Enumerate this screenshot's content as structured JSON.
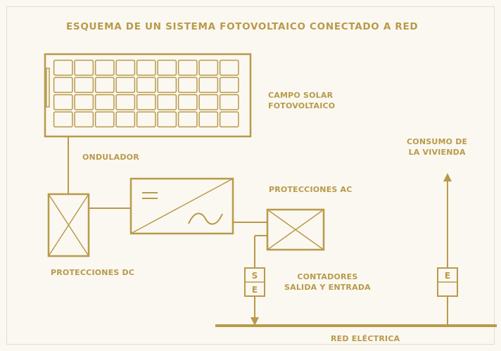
{
  "title": "ESQUEMA DE UN SISTEMA FOTOVOLTAICO CONECTADO A RED",
  "labels": {
    "solar_field_line1": "CAMPO SOLAR",
    "solar_field_line2": "FOTOVOLTAICO",
    "inverter": "ONDULADOR",
    "ac_protections": "PROTECCIONES AC",
    "dc_protections": "PROTECCIONES DC",
    "consumption_line1": "CONSUMO DE",
    "consumption_line2": "LA VIVIENDA",
    "meters_line1": "CONTADORES",
    "meters_line2": "SALIDA Y ENTRADA",
    "grid": "RED ELÉCTRICA"
  },
  "meter_letters": {
    "output": "S",
    "input": "E",
    "consumption": "E"
  },
  "inverter_symbols": {
    "dc": "=",
    "ac": "~"
  },
  "colors": {
    "line": "#b89a4a",
    "label": "#b89a4a",
    "background": "#fbf8f1"
  }
}
